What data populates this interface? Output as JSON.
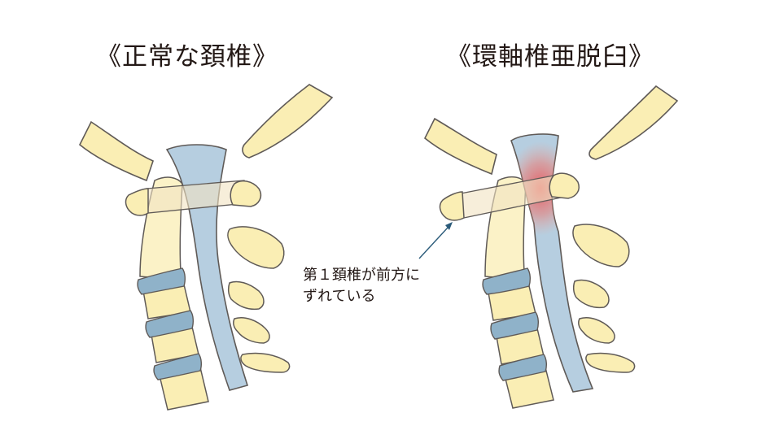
{
  "titles": {
    "normal": "《正常な頚椎》",
    "subluxation": "《環軸椎亜脱臼》"
  },
  "annotation": {
    "line1": "第１頚椎が前方に",
    "line2": "ずれている"
  },
  "colors": {
    "bone": "#faeeb4",
    "outline": "#5f5a57",
    "spinal_cord": "#b6cee0",
    "disc": "#8fb2c9",
    "atlas_band": "#f2e3c2",
    "highlight": "#e8545c",
    "arrow": "#2b5b7a"
  }
}
